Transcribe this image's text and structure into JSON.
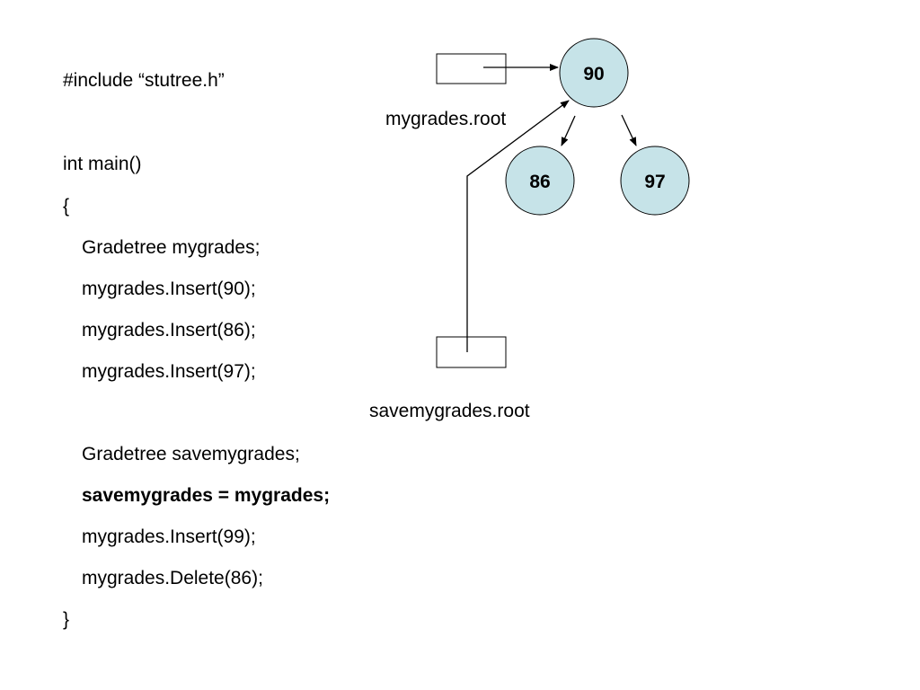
{
  "code": {
    "lines": [
      "#include “stutree.h”",
      "int main()",
      "{",
      "Gradetree mygrades;",
      "mygrades.Insert(90);",
      "mygrades.Insert(86);",
      "mygrades.Insert(97);",
      "Gradetree savemygrades;",
      "savemygrades = mygrades;",
      "mygrades.Insert(99);",
      "mygrades.Delete(86);",
      "}"
    ]
  },
  "diagram": {
    "labels": {
      "mygrades_root": "mygrades.root",
      "savemygrades_root": "savemygrades.root"
    },
    "nodes": {
      "root": "90",
      "left": "86",
      "right": "97"
    },
    "colors": {
      "node_fill": "#c6e3e8",
      "stroke": "#000000"
    }
  }
}
